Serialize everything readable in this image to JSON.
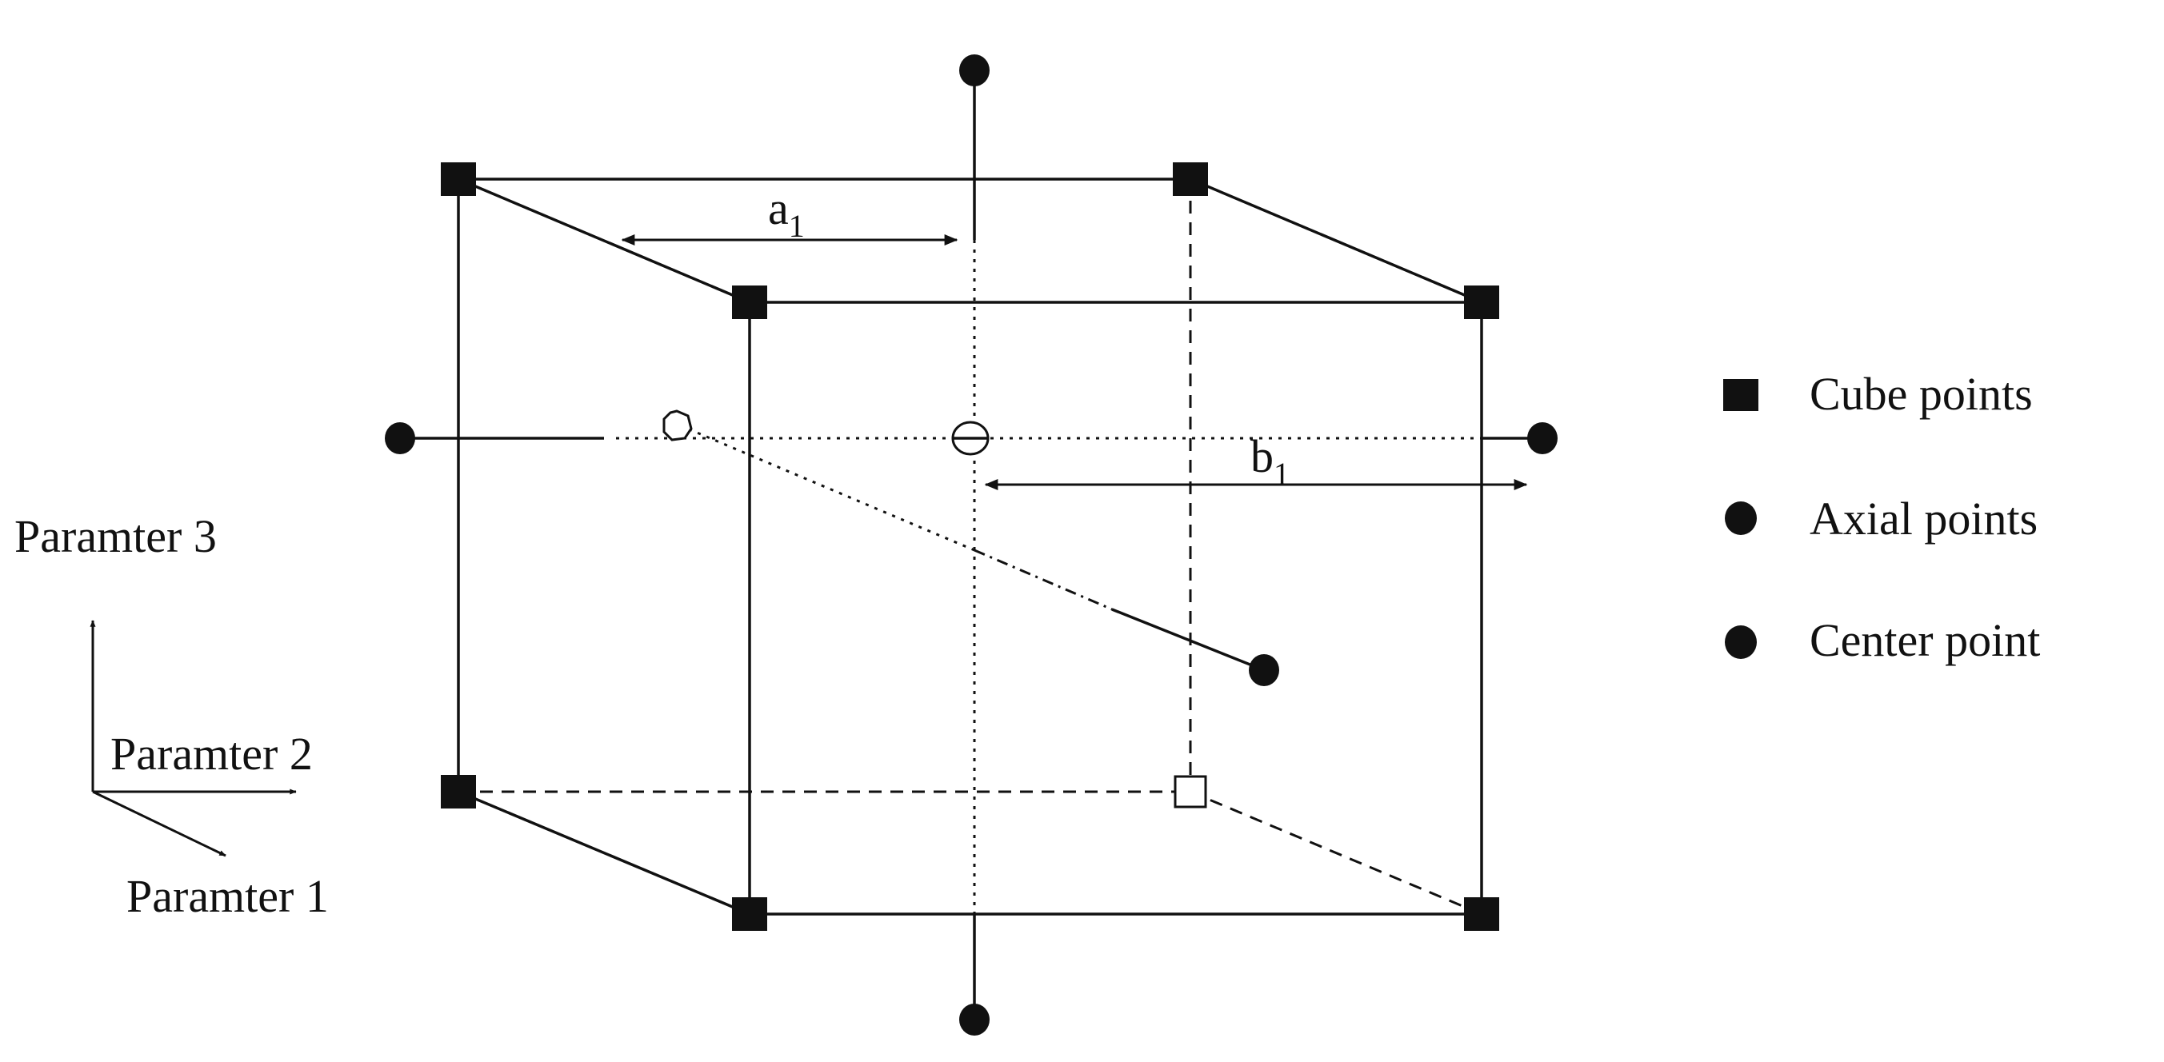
{
  "diagram": {
    "dimension_a": {
      "base": "a",
      "subscript": "1"
    },
    "dimension_b": {
      "base": "b",
      "subscript": "1"
    },
    "axes": {
      "parameter_3": "Paramter 3",
      "parameter_2": "Paramter 2",
      "parameter_1": "Paramter 1"
    },
    "legend": [
      {
        "marker": "filled-square",
        "label": "Cube points"
      },
      {
        "marker": "filled-circle",
        "label": "Axial points"
      },
      {
        "marker": "filled-circle",
        "label": "Center point"
      }
    ]
  }
}
